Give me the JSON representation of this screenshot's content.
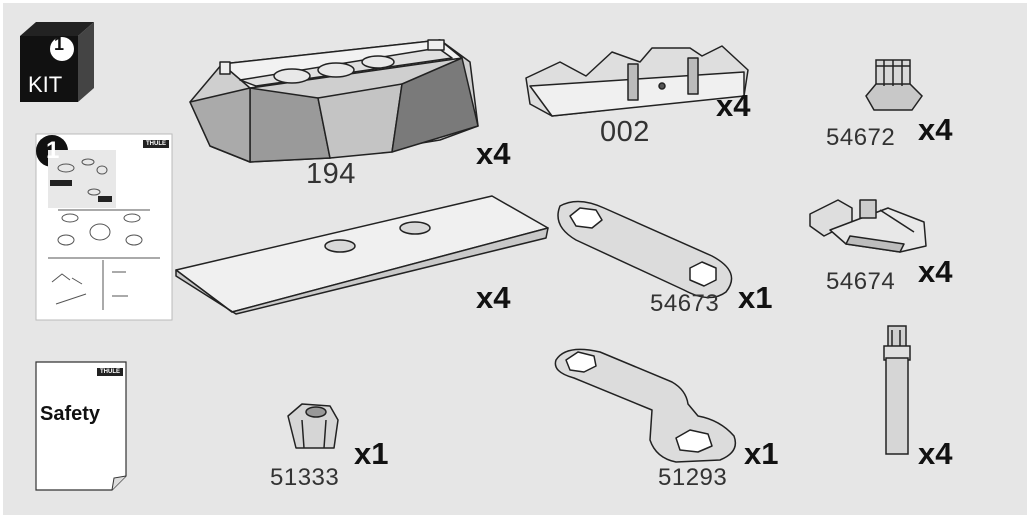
{
  "kit": {
    "step_number": "1",
    "label": "KIT"
  },
  "manual": {
    "step_number": "1",
    "brand": "THULE"
  },
  "safety": {
    "title": "Safety",
    "brand": "THULE"
  },
  "parts": [
    {
      "id": "194",
      "qty": "x4"
    },
    {
      "id": "002",
      "qty": "x4"
    },
    {
      "id": "54672",
      "qty": "x4"
    },
    {
      "id": "",
      "qty": "x4"
    },
    {
      "id": "54673",
      "qty": "x1"
    },
    {
      "id": "54674",
      "qty": "x4"
    },
    {
      "id": "51333",
      "qty": "x1"
    },
    {
      "id": "51293",
      "qty": "x1"
    },
    {
      "id": "",
      "qty": "x4"
    }
  ]
}
